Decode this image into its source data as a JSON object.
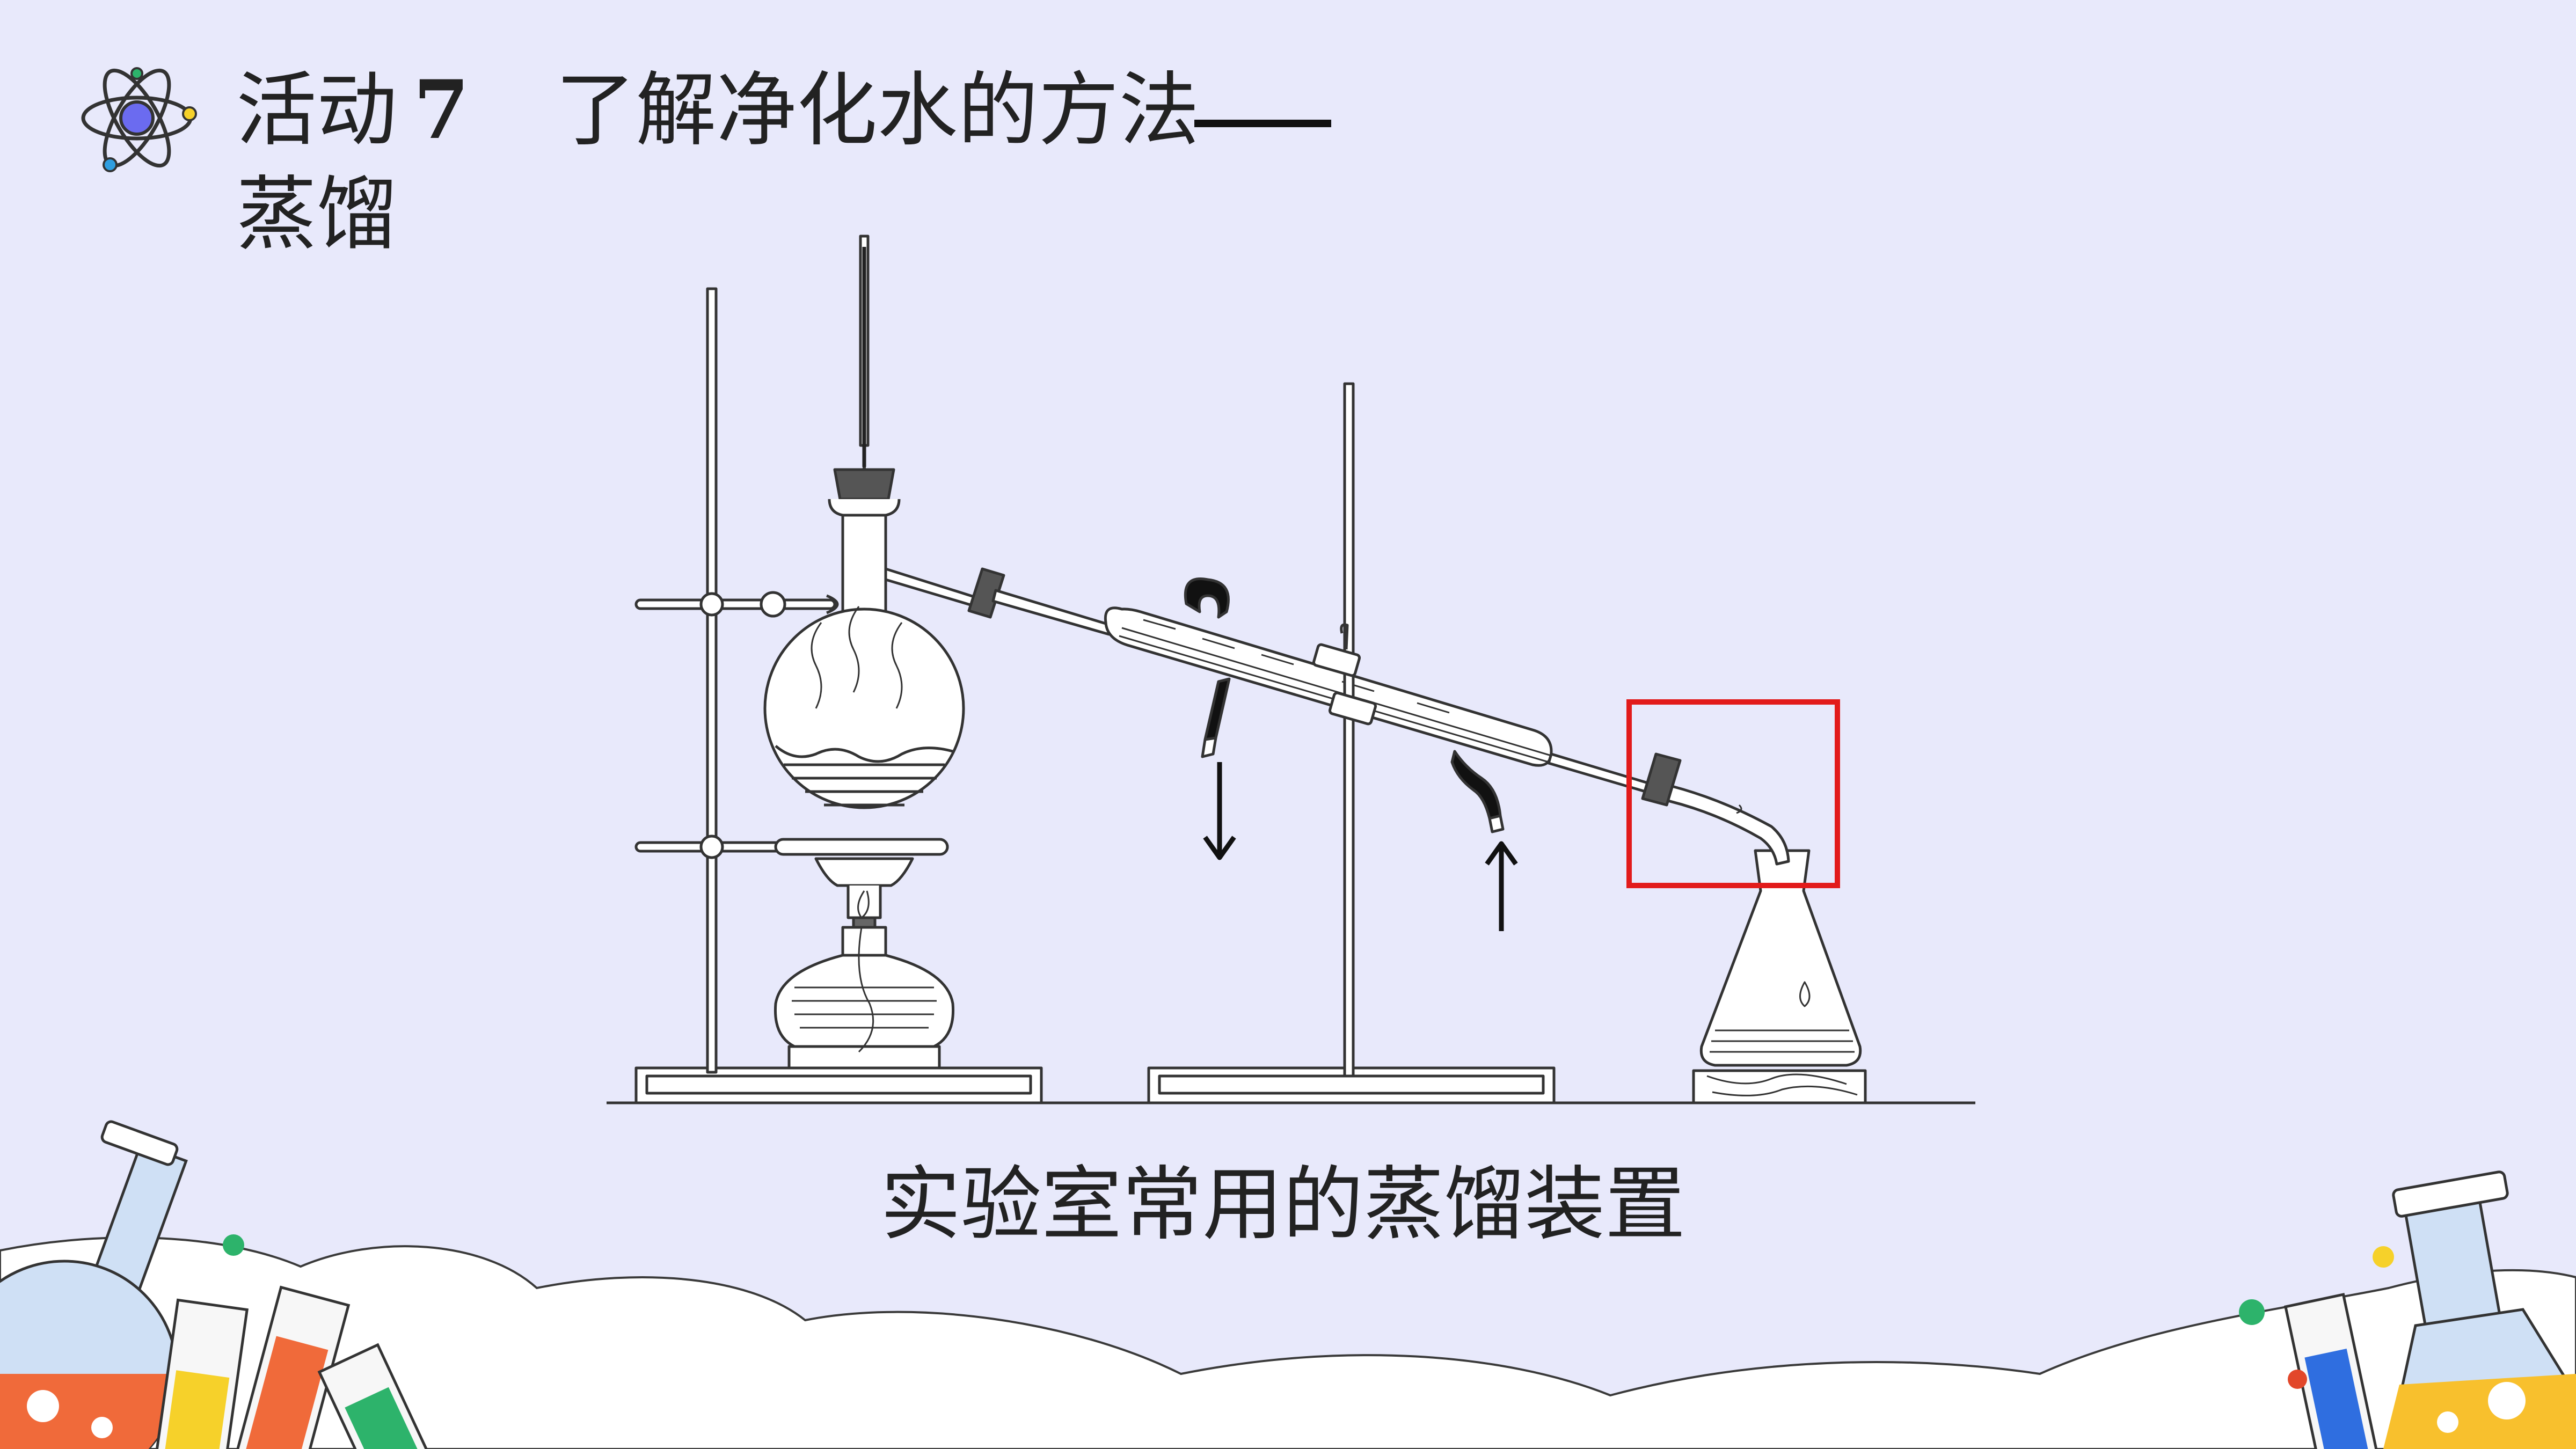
{
  "title": {
    "activity_label": "活动",
    "activity_number": "7",
    "heading": "了解净化水的方法",
    "heading_line2": "蒸馏"
  },
  "caption": "实验室常用的蒸馏装置",
  "icons": {
    "logo": "atom-icon",
    "down_arrow": "arrow-down-icon",
    "up_arrow": "arrow-up-icon"
  },
  "colors": {
    "background": "#e8e9fb",
    "highlight_box": "#e21b1b",
    "ink": "#222222"
  }
}
